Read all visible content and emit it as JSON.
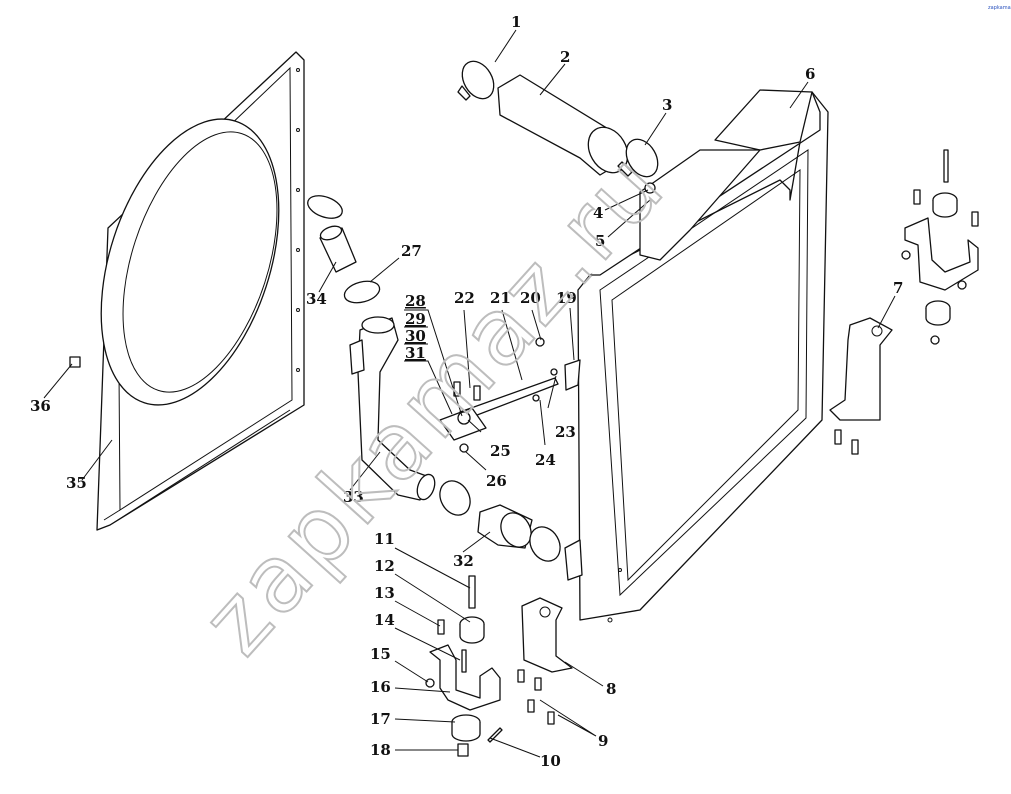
{
  "watermark": "zapkamaz.ru",
  "corner_mark": "zapkamaz",
  "callouts": [
    {
      "id": "1",
      "text": "1"
    },
    {
      "id": "2",
      "text": "2"
    },
    {
      "id": "3",
      "text": "3"
    },
    {
      "id": "4",
      "text": "4"
    },
    {
      "id": "5",
      "text": "5"
    },
    {
      "id": "6",
      "text": "6"
    },
    {
      "id": "7",
      "text": "7"
    },
    {
      "id": "8",
      "text": "8"
    },
    {
      "id": "9",
      "text": "9"
    },
    {
      "id": "10",
      "text": "10"
    },
    {
      "id": "11",
      "text": "11"
    },
    {
      "id": "12",
      "text": "12"
    },
    {
      "id": "13",
      "text": "13"
    },
    {
      "id": "14",
      "text": "14"
    },
    {
      "id": "15",
      "text": "15"
    },
    {
      "id": "16",
      "text": "16"
    },
    {
      "id": "17",
      "text": "17"
    },
    {
      "id": "18",
      "text": "18"
    },
    {
      "id": "19",
      "text": "19"
    },
    {
      "id": "20",
      "text": "20"
    },
    {
      "id": "21",
      "text": "21"
    },
    {
      "id": "22",
      "text": "22"
    },
    {
      "id": "23",
      "text": "23"
    },
    {
      "id": "24",
      "text": "24"
    },
    {
      "id": "25",
      "text": "25"
    },
    {
      "id": "26",
      "text": "26"
    },
    {
      "id": "27",
      "text": "27"
    },
    {
      "id": "28",
      "text": "28"
    },
    {
      "id": "29",
      "text": "29"
    },
    {
      "id": "30",
      "text": "30"
    },
    {
      "id": "31",
      "text": "31"
    },
    {
      "id": "32",
      "text": "32"
    },
    {
      "id": "33",
      "text": "33"
    },
    {
      "id": "34",
      "text": "34"
    },
    {
      "id": "35",
      "text": "35"
    },
    {
      "id": "36",
      "text": "36"
    }
  ]
}
